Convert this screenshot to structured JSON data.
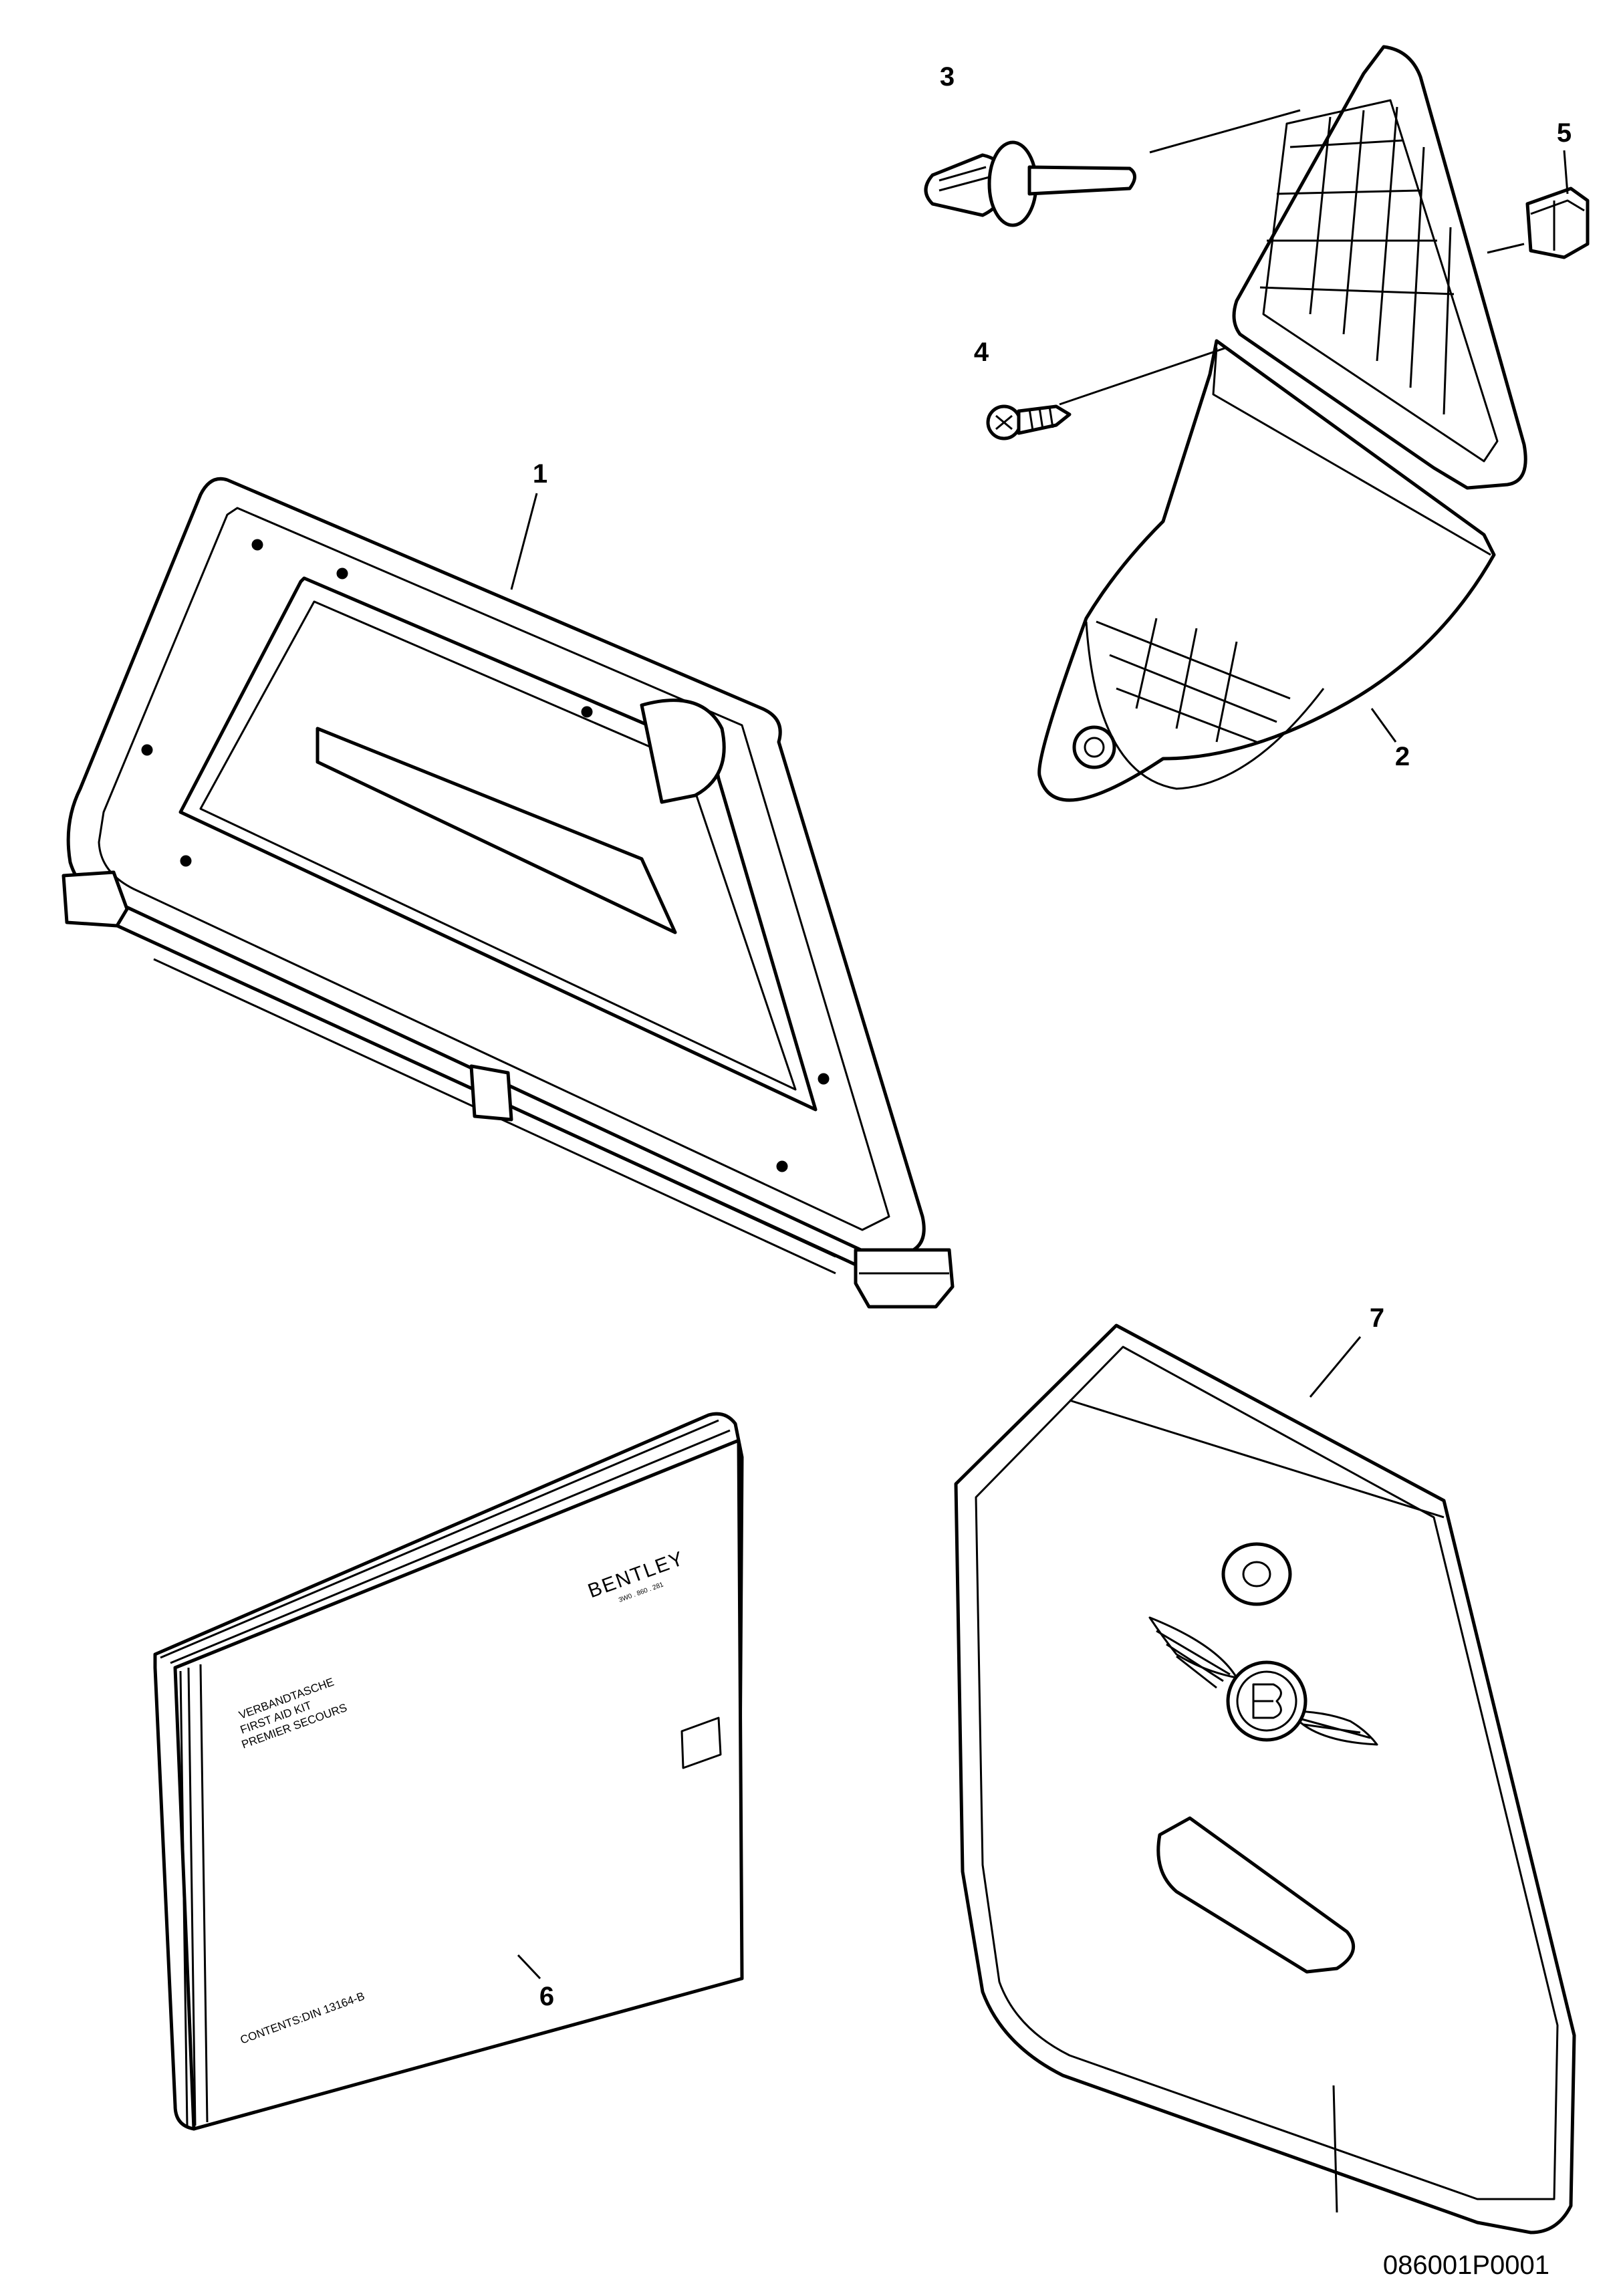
{
  "callouts": {
    "c1": "1",
    "c2": "2",
    "c3": "3",
    "c4": "4",
    "c5": "5",
    "c6": "6",
    "c7": "7"
  },
  "first_aid_kit": {
    "brand": "BENTLEY",
    "brand_partno": "3W0 . 860 . 281",
    "line1": "VERBANDTASCHE",
    "line2": "FIRST  AID  KIT",
    "line3": "PREMIER SECOURS",
    "contents": "CONTENTS:DIN 13164-B"
  },
  "reference_code": "086001P0001",
  "colors": {
    "ink": "#000000",
    "paper": "#ffffff"
  }
}
